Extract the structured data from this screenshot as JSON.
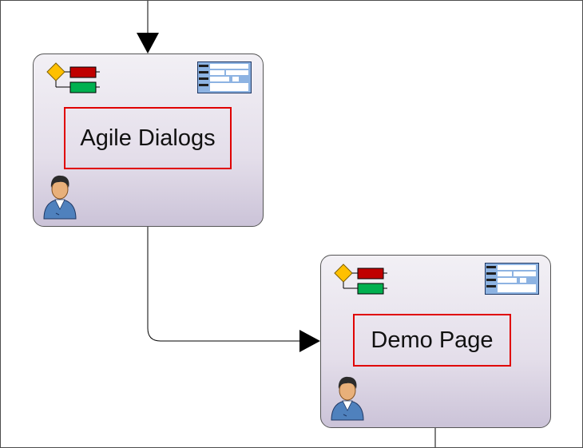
{
  "diagram": {
    "nodes": [
      {
        "id": "agile-dialogs",
        "label": "Agile Dialogs"
      },
      {
        "id": "demo-page",
        "label": "Demo Page"
      }
    ],
    "edges": [
      {
        "from": "",
        "to": "agile-dialogs"
      },
      {
        "from": "agile-dialogs",
        "to": "demo-page"
      },
      {
        "from": "demo-page",
        "to": ""
      }
    ]
  },
  "icons": {
    "decision": "decision-diamond-icon",
    "form": "form-icon",
    "user": "user-icon"
  },
  "colors": {
    "title_border": "#e00000",
    "diamond": "#ffc000",
    "bar_red": "#c00000",
    "bar_green": "#00b050",
    "form_fill": "#8db3e2"
  }
}
